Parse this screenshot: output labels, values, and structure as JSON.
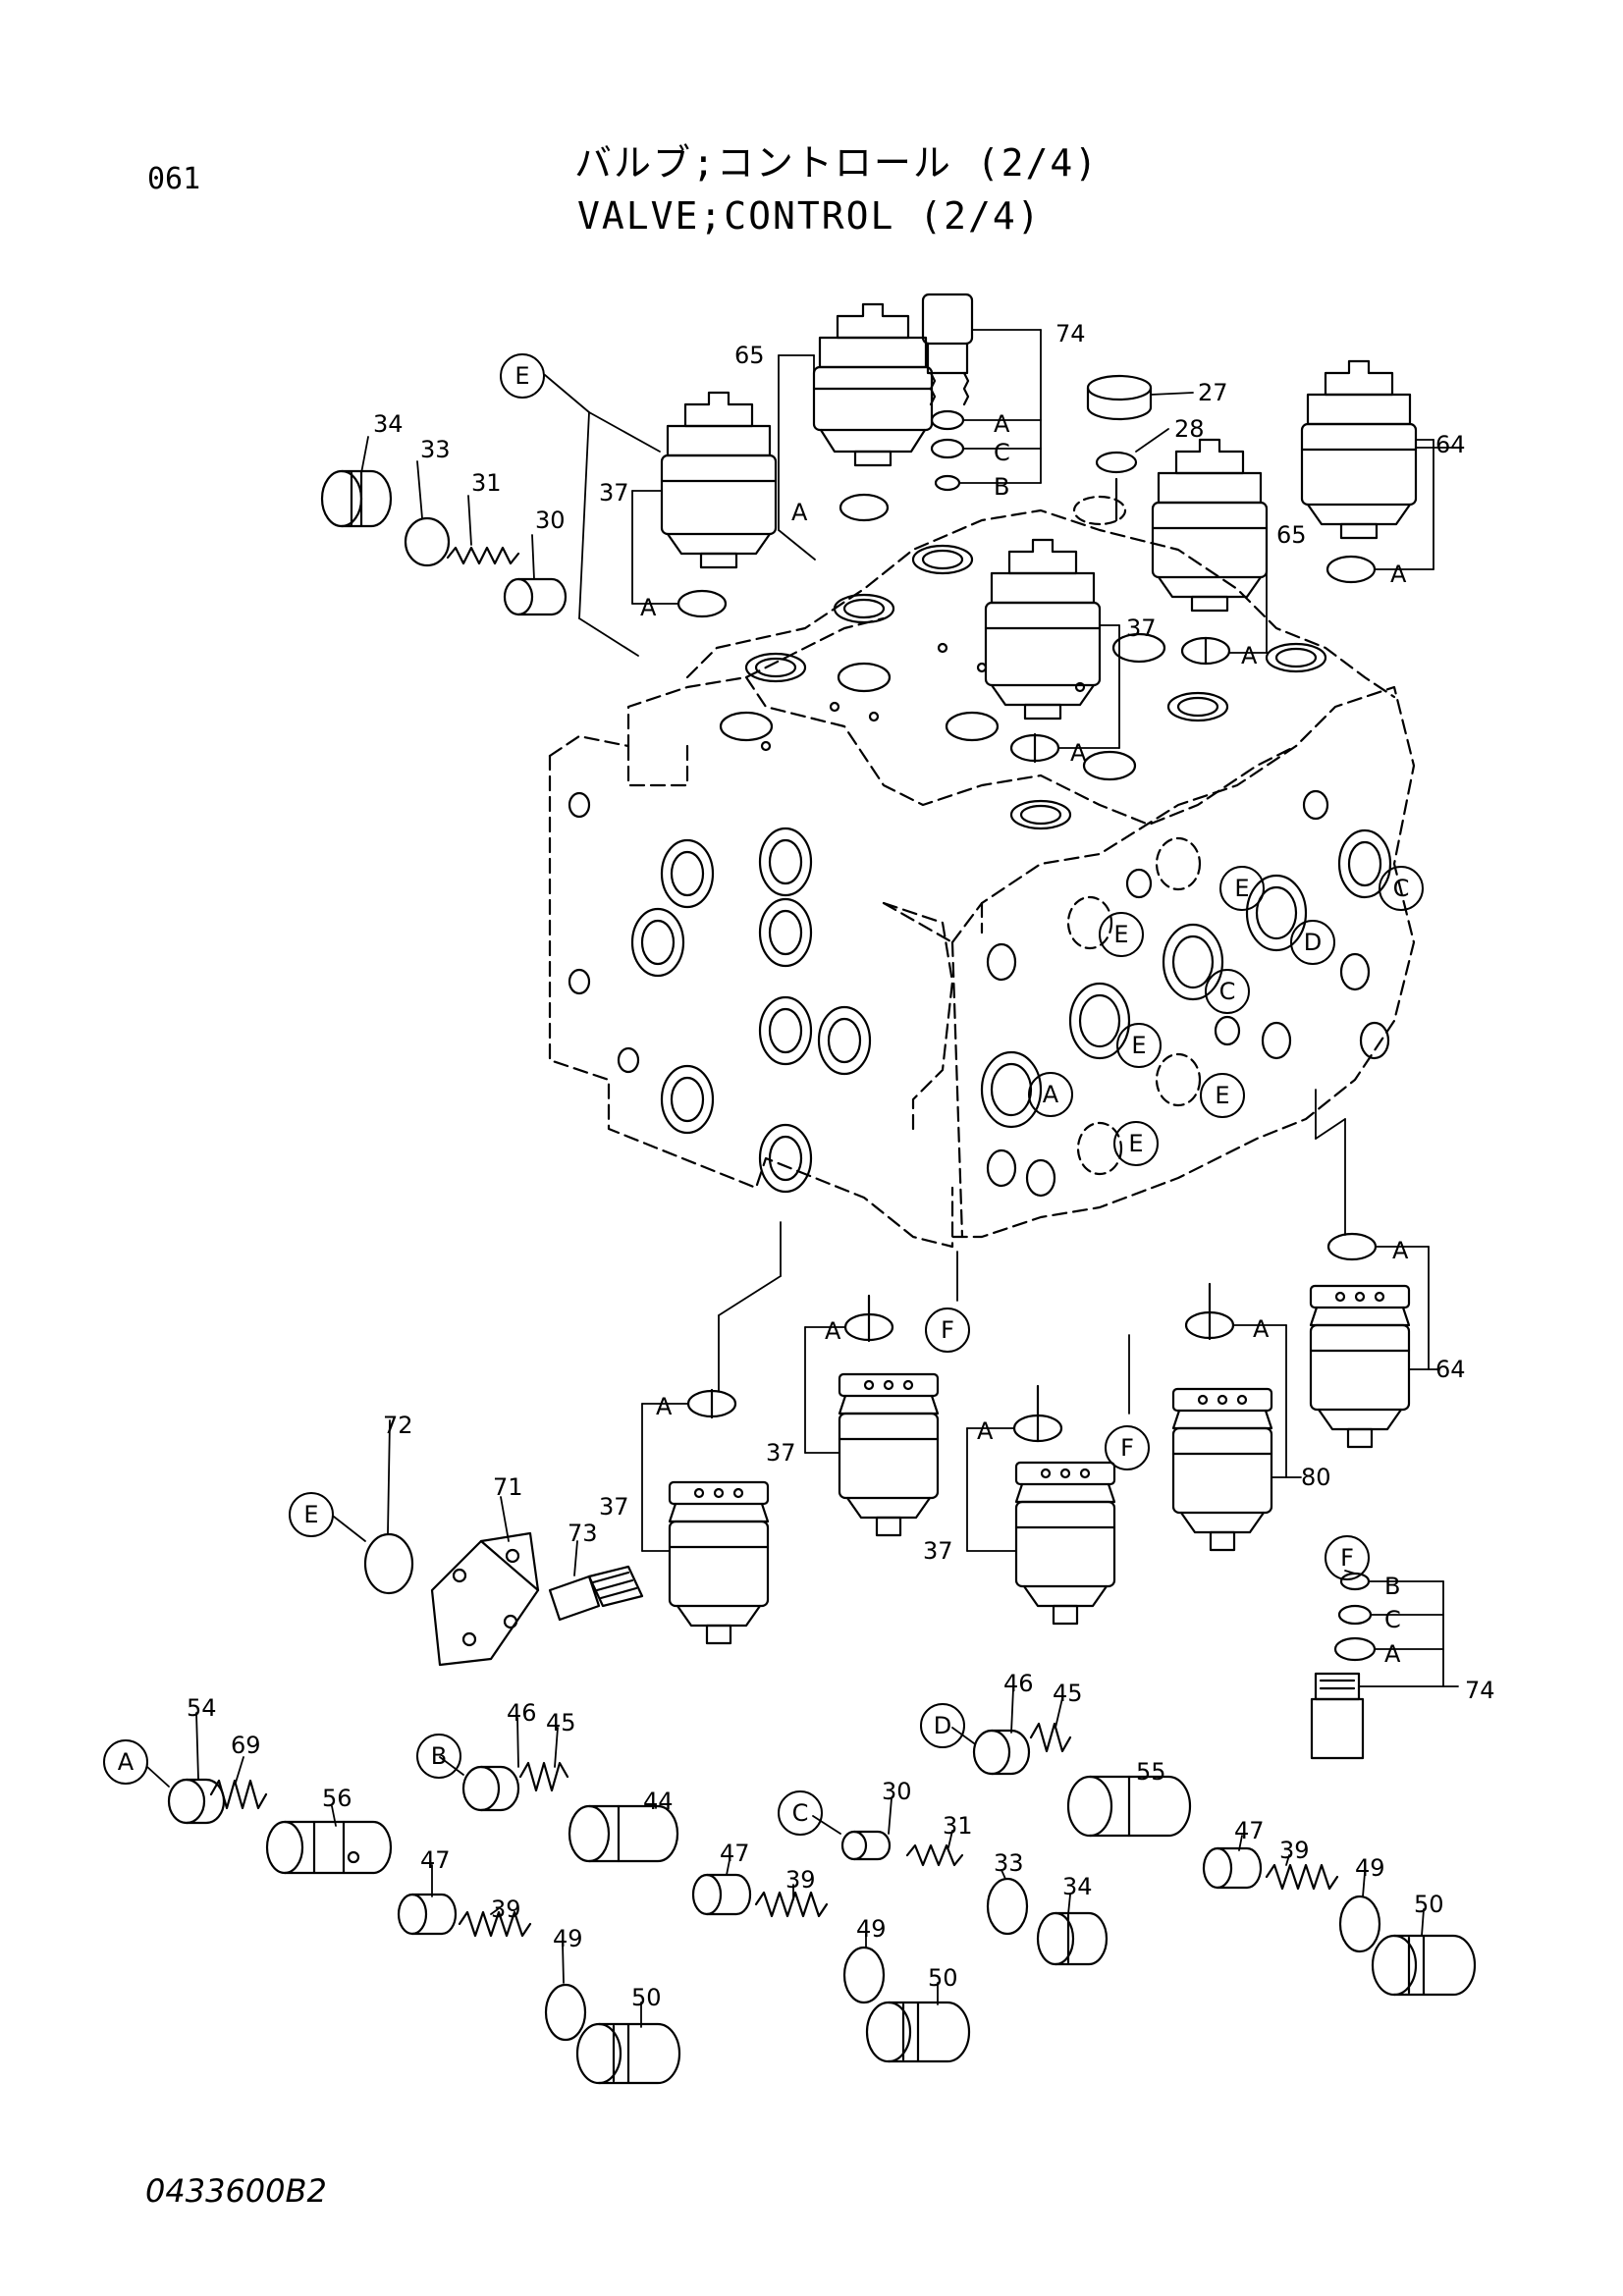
{
  "header": {
    "page_number": "061",
    "title_ja": "バルブ;コントロール (2/4)",
    "title_en": "VALVE;CONTROL (2/4)"
  },
  "footer": {
    "drawing_code": "0433600B2"
  },
  "part_numbers": [
    "27",
    "28",
    "30",
    "31",
    "33",
    "34",
    "37",
    "39",
    "44",
    "45",
    "46",
    "47",
    "49",
    "50",
    "54",
    "55",
    "56",
    "64",
    "65",
    "69",
    "71",
    "72",
    "73",
    "74",
    "80"
  ],
  "letter_refs": [
    "A",
    "B",
    "C",
    "D",
    "E",
    "F"
  ]
}
